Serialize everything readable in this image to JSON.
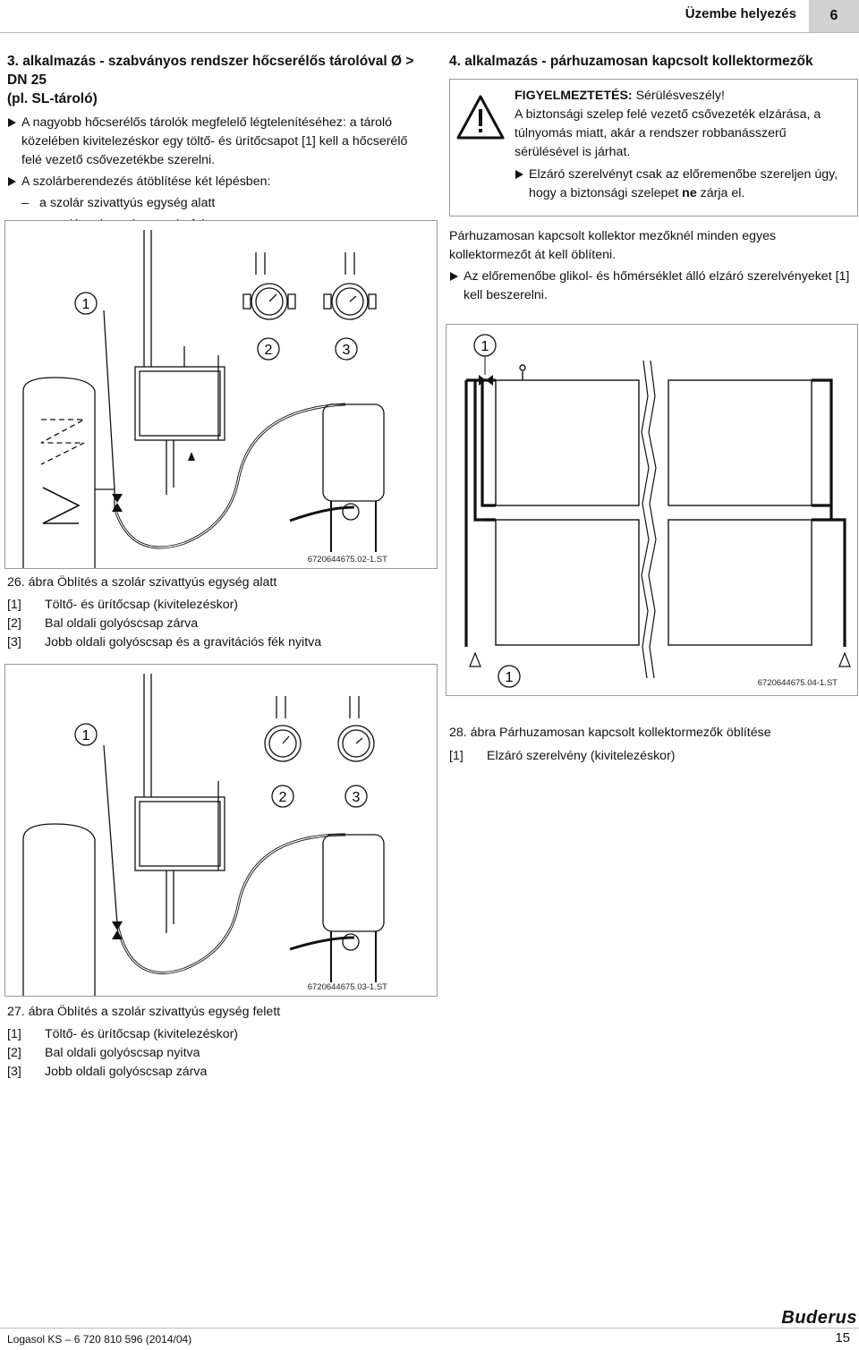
{
  "header": {
    "section": "Üzembe helyezés",
    "page_box": "6"
  },
  "left": {
    "heading_line1": "3. alkalmazás - szabványos rendszer hőcserélős tárolóval Ø  > DN 25",
    "heading_line2": "(pl. SL-tároló)",
    "bullet1": "A nagyobb hőcserélős tárolók megfelelő légtelenítéséhez: a tároló közelében kivitelezéskor egy töltő- és ürítőcsapot [1] kell a hőcserélő felé vezető csővezetékbe szerelni.",
    "bullet2": "A szolárberendezés átöblítése két lépésben:",
    "dash1": "a szolár szivattyús egység alatt",
    "dash2": "a szolár szivattyús egység felett"
  },
  "fig26": {
    "code": "6720644675.02-1.ST",
    "callout1": "1",
    "callout2": "2",
    "callout3": "3",
    "caption_num": "26. ábra",
    "caption": "Öblítés a szolár szivattyús egység alatt",
    "legend": [
      {
        "k": "[1]",
        "v": "Töltő- és ürítőcsap (kivitelezéskor)"
      },
      {
        "k": "[2]",
        "v": "Bal oldali golyóscsap zárva"
      },
      {
        "k": "[3]",
        "v": "Jobb oldali golyóscsap és a gravitációs fék nyitva"
      }
    ]
  },
  "fig27": {
    "code": "6720644675.03-1.ST",
    "callout1": "1",
    "callout2": "2",
    "callout3": "3",
    "caption_num": "27. ábra",
    "caption": "Öblítés a szolár szivattyús egység felett",
    "legend": [
      {
        "k": "[1]",
        "v": "Töltő- és ürítőcsap (kivitelezéskor)"
      },
      {
        "k": "[2]",
        "v": "Bal oldali golyóscsap nyitva"
      },
      {
        "k": "[3]",
        "v": "Jobb oldali golyóscsap zárva"
      }
    ]
  },
  "right": {
    "heading": "4. alkalmazás - párhuzamosan kapcsolt kollektormezők",
    "warn_title": "FIGYELMEZTETÉS:",
    "warn_title_rest": " Sérülésveszély!",
    "warn_text": "A biztonsági szelep felé vezető csővezeték elzárása, a túlnyomás miatt, akár a rendszer robbanásszerű sérülésével is járhat.",
    "warn_bullet_a": "Elzáró szerelvényt csak az előremenőbe szereljen úgy, hogy a biztonsági szelepet ",
    "warn_bullet_bold": "ne",
    "warn_bullet_b": " zárja el.",
    "para": "Párhuzamosan kapcsolt kollektor mezőknél minden egyes kollektormezőt át kell öblíteni.",
    "bullet": "Az előremenőbe glikol- és hőmérséklet álló elzáró szerelvényeket [1] kell beszerelni."
  },
  "fig28": {
    "code": "6720644675.04-1.ST",
    "callout_top": "1",
    "callout_bottom": "1",
    "caption_num": "28. ábra",
    "caption": "Párhuzamosan kapcsolt kollektormezők öblítése",
    "legend": [
      {
        "k": "[1]",
        "v": "Elzáró szerelvény (kivitelezéskor)"
      }
    ]
  },
  "footer": {
    "doc": "Logasol KS – 6 720 810 596 (2014/04)",
    "page": "15",
    "logo": "Buderus"
  }
}
